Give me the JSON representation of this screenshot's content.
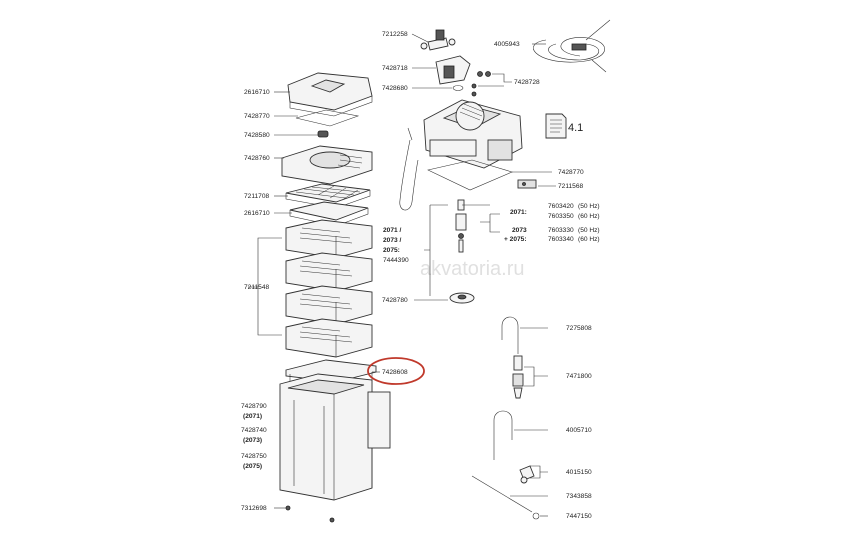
{
  "watermark": "akvatoria.ru",
  "document_ref": "4.1",
  "labels": {
    "l7212258": "7212258",
    "l4005943": "4005943",
    "l7428718": "7428718",
    "l7428728": "7428728",
    "l7428680": "7428680",
    "l2616710a": "2616710",
    "l7428770a": "7428770",
    "l7428580": "7428580",
    "l7428760": "7428760",
    "l7211708": "7211708",
    "l2616710b": "2616710",
    "l7428770b": "7428770",
    "l7211568": "7211568",
    "l2071colon": "2071:",
    "l7603420": "7603420",
    "l50hz_a": "(50 Hz)",
    "l7603350": "7603350",
    "l60hz_a": "(60 Hz)",
    "l2073": "2073",
    "l2075colon": "+ 2075:",
    "l7603330": "7603330",
    "l50hz_b": "(50 Hz)",
    "l7603340": "7603340",
    "l60hz_b": "(60 Hz)",
    "l2071slash": "2071 /",
    "l2073slash": "2073 /",
    "l2075colon2": "2075:",
    "l7444390": "7444390",
    "l7211548": "7211548",
    "l7428780": "7428780",
    "l7275808": "7275808",
    "l7428608": "7428608",
    "l7471800": "7471800",
    "l7428790": "7428790",
    "l2071p": "(2071)",
    "l7428740": "7428740",
    "l2073p": "(2073)",
    "l7428750": "7428750",
    "l2075p": "(2075)",
    "l4005710": "4005710",
    "l4015150": "4015150",
    "l7343858": "7343858",
    "l7312698": "7312698",
    "l7447150": "7447150"
  },
  "highlight_color": "#c0392b"
}
